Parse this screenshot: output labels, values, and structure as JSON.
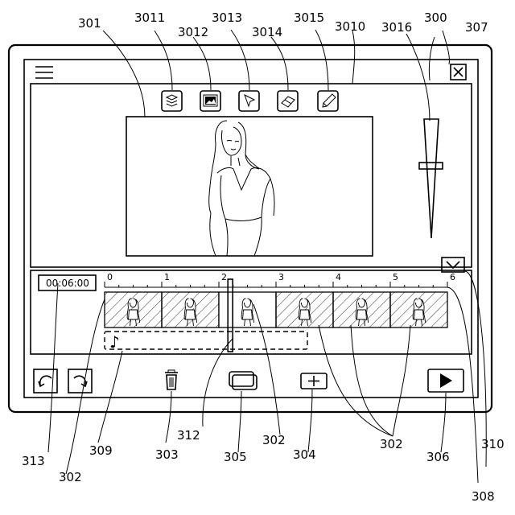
{
  "refs": {
    "r301": "301",
    "r3011": "3011",
    "r3012": "3012",
    "r3013": "3013",
    "r3014": "3014",
    "r3015": "3015",
    "r3010": "3010",
    "r3016": "3016",
    "r300": "300",
    "r307": "307",
    "r313": "313",
    "r302a": "302",
    "r309": "309",
    "r303": "303",
    "r312": "312",
    "r305": "305",
    "r302b": "302",
    "r304": "304",
    "r302c": "302",
    "r306": "306",
    "r310": "310",
    "r308": "308"
  },
  "timeline": {
    "current_time": "00:06:00",
    "ticks": [
      "0",
      "1",
      "2",
      "3",
      "4",
      "5",
      "6"
    ],
    "playhead_position": 2.2,
    "clip_count": 6
  },
  "audio_track": {
    "symbol": "♪"
  },
  "icons": {
    "menu": "hamburger-icon",
    "close": "close-icon",
    "layers": "layers-icon",
    "image": "image-icon",
    "pointer": "cursor-icon",
    "eraser": "eraser-icon",
    "pencil": "pencil-icon",
    "volume_slider": "slider-icon",
    "collapse": "chevron-down-icon",
    "undo": "undo-icon",
    "redo": "redo-icon",
    "delete": "trash-icon",
    "clips": "duplicate-icon",
    "add": "plus-icon",
    "play": "play-icon"
  }
}
